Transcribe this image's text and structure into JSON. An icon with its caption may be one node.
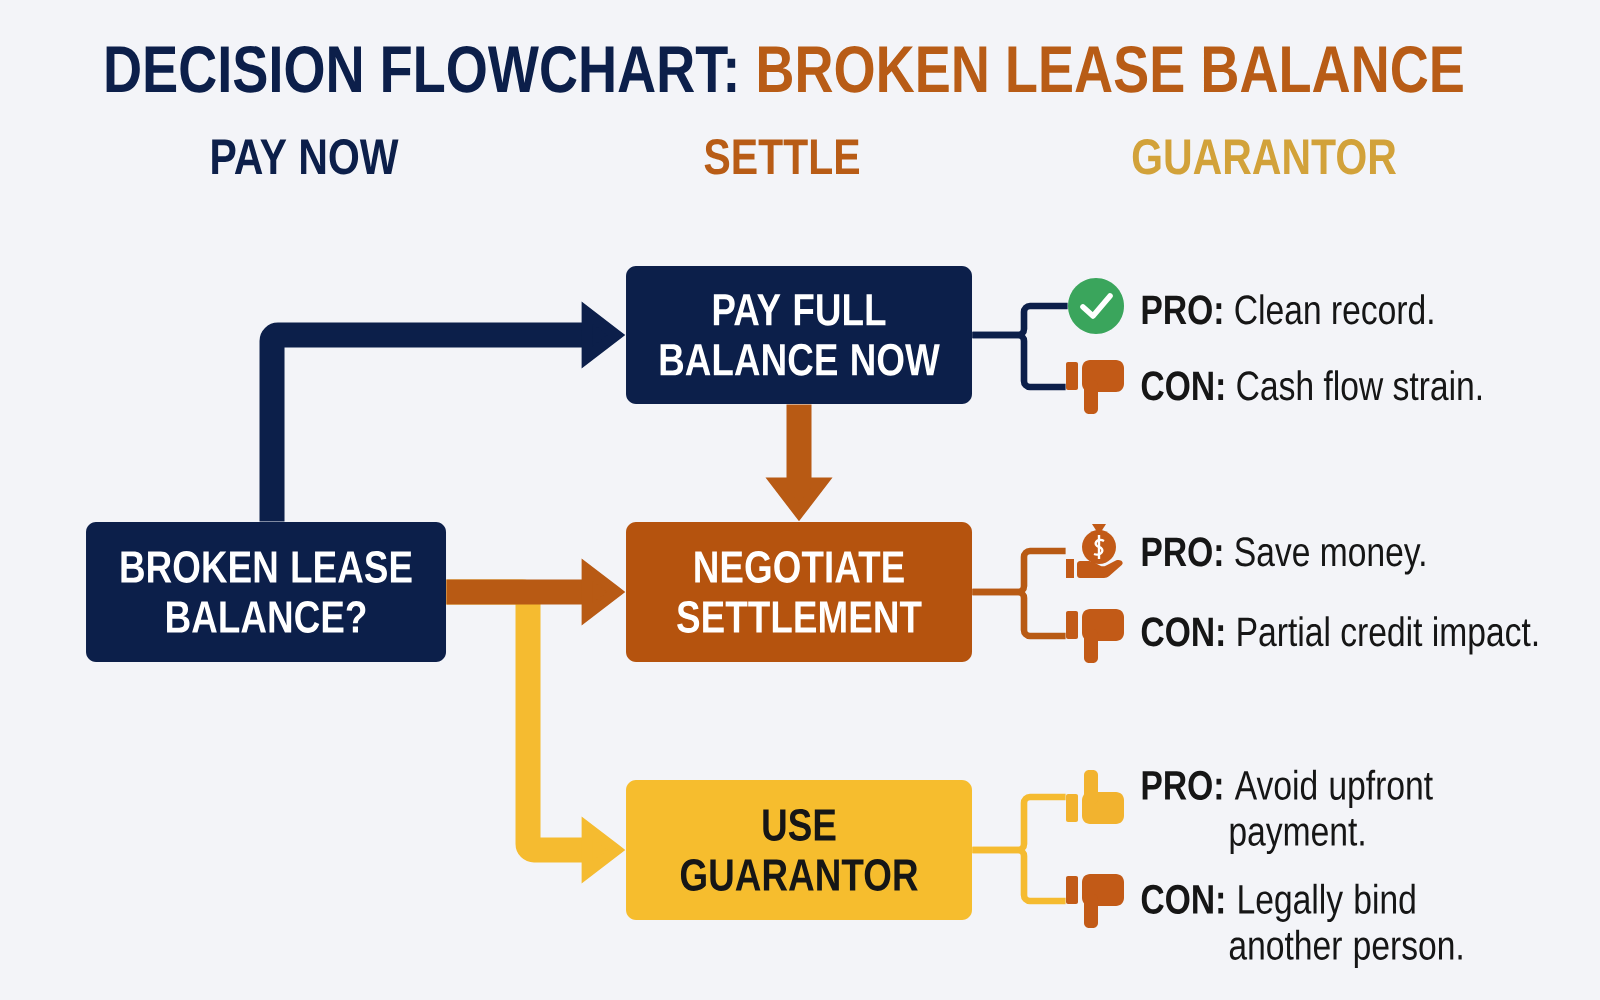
{
  "diagram": {
    "title": "DECISION FLOWCHART: BROKEN LEASE BALANCE",
    "nodes": [
      {
        "text": [
          "BROKEN LEASE BALANCE?"
        ]
      },
      {
        "text": [
          "PAY FULL BALANCE NOW"
        ]
      },
      {
        "text": [
          "NEGOTIATE SETTLEMENT"
        ]
      },
      {
        "text": [
          "USE GUARANTOR"
        ]
      },
      {
        "text": [],
        "shape": "picture",
        "beside": [
          "**PRO:** Clean record."
        ]
      },
      {
        "text": [],
        "shape": "picture",
        "beside": [
          "**CON:** Cash flow strain."
        ]
      },
      {
        "text": [],
        "shape": "picture",
        "beside": [
          "**PRO:** Save money."
        ]
      },
      {
        "text": [],
        "shape": "picture",
        "beside": [
          "**CON:** Partial credit impact."
        ]
      },
      {
        "text": [],
        "shape": "picture",
        "beside": [
          "**PRO:** Avoid upfront payment."
        ]
      },
      {
        "text": [],
        "shape": "picture",
        "beside": [
          "**CON:** Legally bind another person."
        ]
      }
    ],
    "edges": [
      {
        "from": 0,
        "to": 1,
        "arrow": "to",
        "style": "thick",
        "color": "#0c1f4a"
      },
      {
        "from": 0,
        "to": 2,
        "arrow": "to",
        "style": "thick"
      },
      {
        "from": 0,
        "to": 3,
        "arrow": "to",
        "style": "thick",
        "color": "#f5bb30"
      },
      {
        "from": 1,
        "to": 2,
        "arrow": "to",
        "style": "thick"
      },
      {
        "from": 1,
        "to": 4,
        "arrow": "none",
        "color": "#0c1f4a"
      },
      {
        "from": 1,
        "to": 5,
        "arrow": "none",
        "color": "#0c1f4a"
      },
      {
        "from": 2,
        "to": 6,
        "arrow": "none"
      },
      {
        "from": 2,
        "to": 7,
        "arrow": "none"
      },
      {
        "from": 3,
        "to": 8,
        "arrow": "none",
        "color": "#f5bb30"
      },
      {
        "from": 3,
        "to": 9,
        "arrow": "none",
        "color": "#f5bb30"
      }
    ],
    "labels": [
      "PAY NOW",
      "SETTLE",
      "GUARANTOR"
    ]
  }
}
